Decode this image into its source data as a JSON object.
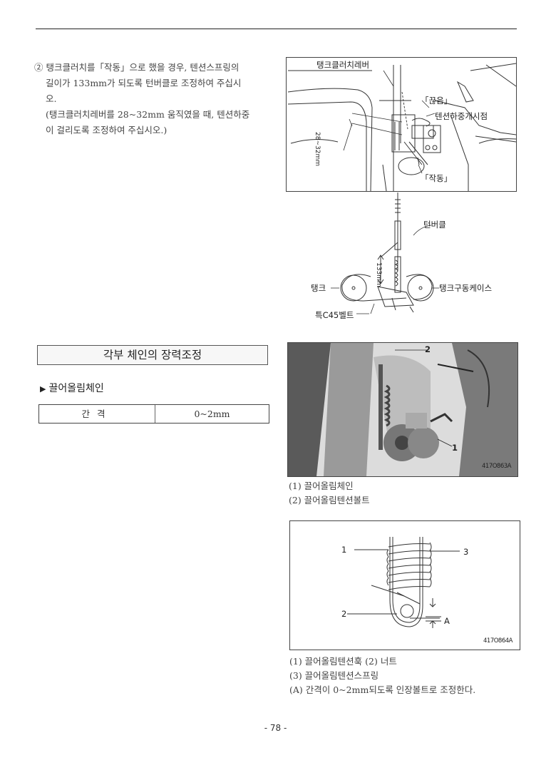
{
  "paragraph": {
    "line1": "② 탱크클러치를「작동」으로 했을 경우, 텐션스프링의",
    "line2": "길이가 133mm가 되도록 턴버클로 조정하여 주십시",
    "line3": "오.",
    "line4": "(탱크클러치레버를 28~32mm 움직였을 때, 텐션하중",
    "line5": "이 걸리도록 조정하여 주십시오.)"
  },
  "figure1": {
    "label_lever": "탱크클러치레버",
    "label_off": "「끊음」",
    "label_tension_start": "텐션하중개시점",
    "label_travel": "28~32mm",
    "label_on": "「작동」"
  },
  "figure2": {
    "label_turnbuckle": "턴버클",
    "label_length": "133mm",
    "label_tank": "탱크",
    "label_case": "탱크구동케이스",
    "label_belt": "특C45벨트"
  },
  "section_title": "각부 체인의 장력조정",
  "subsection": {
    "marker": "▶",
    "title": "끌어올림체인"
  },
  "spec_table": {
    "label": "간격",
    "value": "0~2mm"
  },
  "photo1": {
    "callout_1": "1",
    "callout_2": "2",
    "code": "417O863A",
    "caption1": "(1) 끌어올림체인",
    "caption2": "(2) 끌어올림텐션볼트"
  },
  "diagram3": {
    "callout_1": "1",
    "callout_2": "2",
    "callout_3": "3",
    "callout_A": "A",
    "code": "417O864A",
    "caption1": "(1) 끌어올림텐션훅 (2) 너트",
    "caption2": "(3) 끌어올림텐션스프링",
    "caption3": "(A) 간격이 0~2mm되도록 인장볼트로 조정한다."
  },
  "page_number": "- 78 -"
}
